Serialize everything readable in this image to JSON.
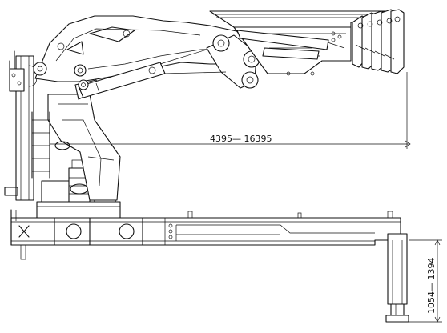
{
  "drawing": {
    "subject": "knuckle boom crane",
    "reach_dimension_label": "4395— 16395",
    "leg_height_dimension_label": "1054— 1394"
  },
  "colors": {
    "line": "#111111",
    "background": "#ffffff"
  }
}
